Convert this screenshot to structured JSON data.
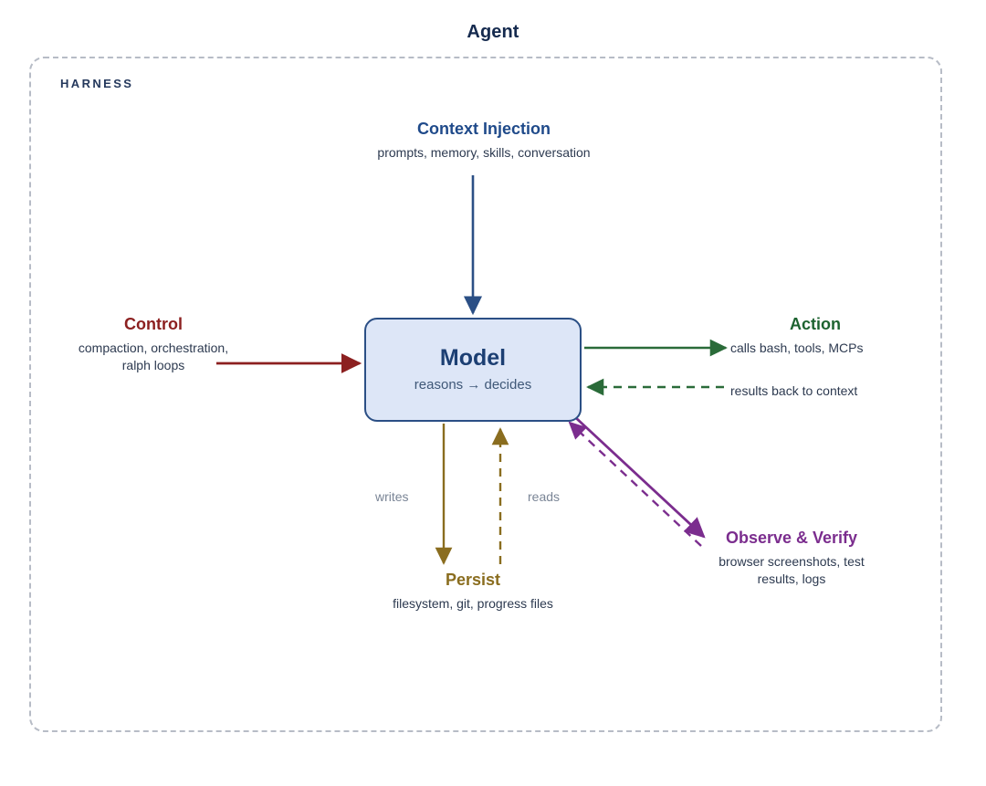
{
  "title": "Agent",
  "container": {
    "label": "HARNESS"
  },
  "center": {
    "name": "Model",
    "subtitle": "reasons → decides"
  },
  "nodes": {
    "context_injection": {
      "heading": "Context Injection",
      "desc": "prompts, memory, skills, conversation",
      "color": "#1f4a8a"
    },
    "control": {
      "heading": "Control",
      "desc": "compaction, orchestration,\nralph loops",
      "desc_line1": "compaction, orchestration,",
      "desc_line2": "ralph loops",
      "color": "#8c2020"
    },
    "action": {
      "heading": "Action",
      "desc_line1": "calls bash, tools, MCPs",
      "desc_line2": "results back to context",
      "color": "#1d6330"
    },
    "observe_verify": {
      "heading": "Observe & Verify",
      "desc_line1": "browser screenshots, test",
      "desc_line2": "results, logs",
      "color": "#7b2d8e"
    },
    "persist": {
      "heading": "Persist",
      "desc": "filesystem, git, progress files",
      "color": "#8a6d1f"
    }
  },
  "edges": {
    "writes_label": "writes",
    "reads_label": "reads"
  },
  "colors": {
    "model_fill": "#dde6f7",
    "model_stroke": "#2b4f85",
    "title": "#152a4e",
    "harness_border": "#b7bcc6",
    "body_text": "#2d3a50",
    "edge_label": "#7a8596"
  }
}
